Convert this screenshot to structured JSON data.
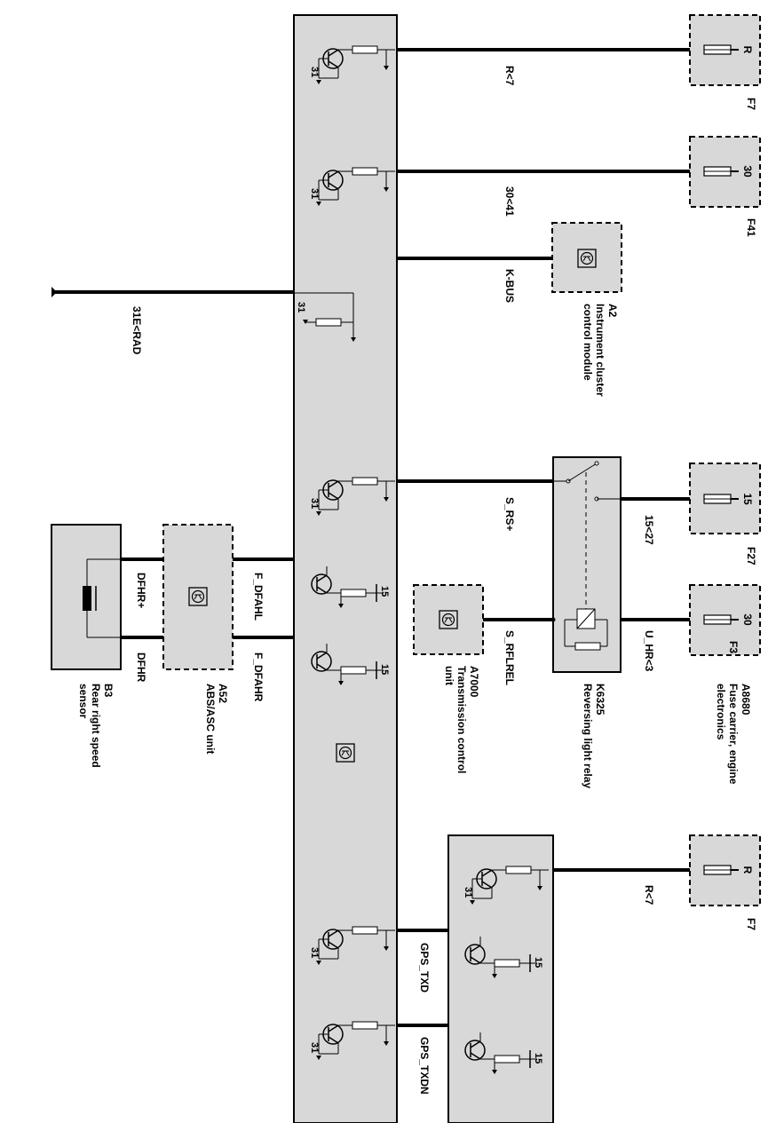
{
  "diagram": {
    "wires": {
      "r7_top": "R<7",
      "w30_41": "30<41",
      "kbus": "K-BUS",
      "w31e_rad": "31E<RAD",
      "s_rs": "S_RS+",
      "w15_27": "15<27",
      "s_rfl": "S_RFLREL",
      "u_hr3": "U_HR<3",
      "f_dfahl": "F_DFAHL",
      "f_dfahr": "F_DFAHR",
      "dfhr_plus": "DFHR+",
      "dfhr": "DFHR",
      "r7_bottom": "R<7",
      "gps_txd": "GPS_TXD",
      "gps_txdn": "GPS_TXDN"
    },
    "fuses": {
      "f7_top": {
        "ref": "F7",
        "pin": "R"
      },
      "f41": {
        "ref": "F41",
        "pin": "30"
      },
      "f27": {
        "ref": "F27",
        "pin": "15"
      },
      "f3": {
        "ref": "F3",
        "pin": "30"
      },
      "f7_bottom": {
        "ref": "F7",
        "pin": "R"
      }
    },
    "components": {
      "a2_ref": "A2",
      "a2_name_1": "Instrument cluster",
      "a2_name_2": "control module",
      "a8680_ref": "A8680",
      "a8680_name_1": "Fuse carrier, engine",
      "a8680_name_2": "electronics",
      "k6325_ref": "K6325",
      "k6325_name": "Reversing light relay",
      "a7000_ref": "A7000",
      "a7000_name_1": "Transmission control",
      "a7000_name_2": "unit",
      "a52_ref": "A52",
      "a52_name": "ABS/ASC unit",
      "b3_ref": "B3",
      "b3_name_1": "Rear right speed",
      "b3_name_2": "sensor"
    },
    "pins": {
      "p31": "31",
      "p15": "15"
    }
  }
}
